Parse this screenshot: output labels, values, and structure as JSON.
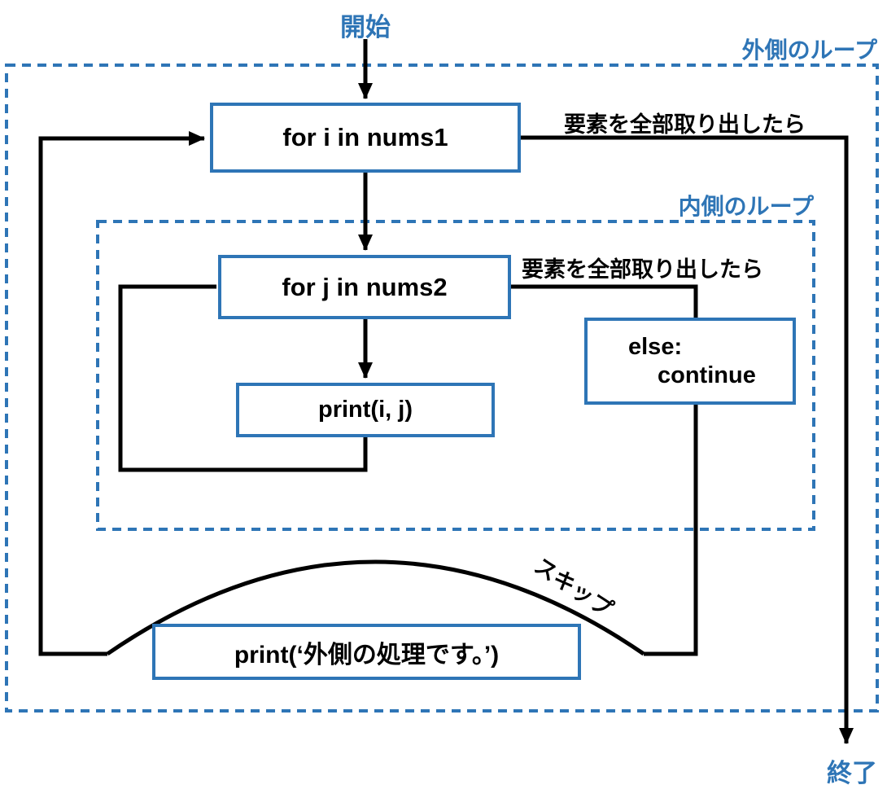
{
  "colors": {
    "accent_blue": "#2E75B6",
    "line_black": "#000000",
    "background": "#FFFFFF"
  },
  "flowchart": {
    "start_label": "開始",
    "end_label": "終了",
    "outer_loop": {
      "label": "外側のループ",
      "for_box": "for i in nums1",
      "exit_condition": "要素を全部取り出したら",
      "print_box": "print(‘外側の処理です。’)",
      "skip_label": "スキップ"
    },
    "inner_loop": {
      "label": "内側のループ",
      "for_box": "for j in nums2",
      "exit_condition": "要素を全部取り出したら",
      "print_box": "print(i, j)",
      "else_box": {
        "line1": "else:",
        "line2": "continue"
      }
    }
  }
}
